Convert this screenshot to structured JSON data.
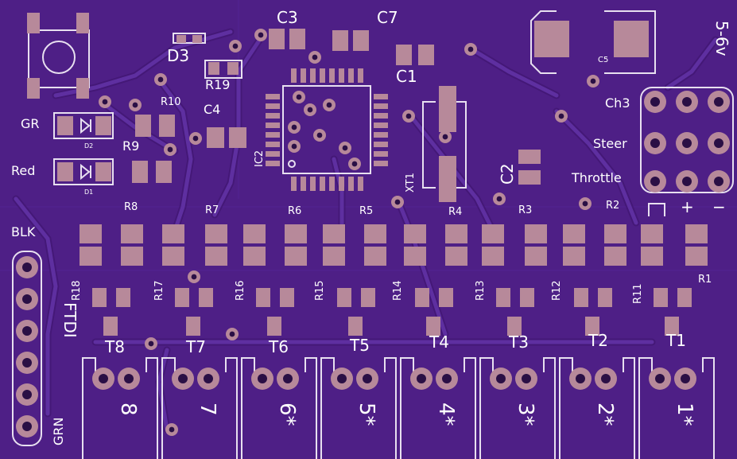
{
  "board": {
    "colors": {
      "substrate": "#4e1f86",
      "trace": "#5a2b96",
      "trace_edge": "#3e1470",
      "pad": "#b7899a",
      "silk": "#e8e0f0",
      "drill": "#2a0f45"
    },
    "labels": {
      "c3": "C3",
      "c7": "C7",
      "d3": "D3",
      "r19": "R19",
      "c1": "C1",
      "r10": "R10",
      "c4": "C4",
      "c5": "C5",
      "voltage": "5-6v",
      "ch3": "Ch3",
      "steer": "Steer",
      "throttle": "Throttle",
      "gr": "GR",
      "red": "Red",
      "d2": "D2",
      "d1": "D1",
      "r9": "R9",
      "ic2": "IC2",
      "xt1": "XT1",
      "c2": "C2",
      "plus": "+",
      "minus": "−",
      "r8": "R8",
      "r7": "R7",
      "r6": "R6",
      "r5": "R5",
      "r4": "R4",
      "r3": "R3",
      "r2": "R2",
      "r1": "R1",
      "blk": "BLK",
      "ftdi": "FTDI",
      "grn": "GRN",
      "r18": "R18",
      "r17": "R17",
      "r16": "R16",
      "r15": "R15",
      "r14": "R14",
      "r13": "R13",
      "r12": "R12",
      "r11": "R11",
      "t8": "T8",
      "t7": "T7",
      "t6": "T6",
      "t5": "T5",
      "t4": "T4",
      "t3": "T3",
      "t2": "T2",
      "t1": "T1"
    },
    "connectors": [
      "8",
      "7",
      "6*",
      "5*",
      "4*",
      "3*",
      "2*",
      "1*"
    ]
  }
}
